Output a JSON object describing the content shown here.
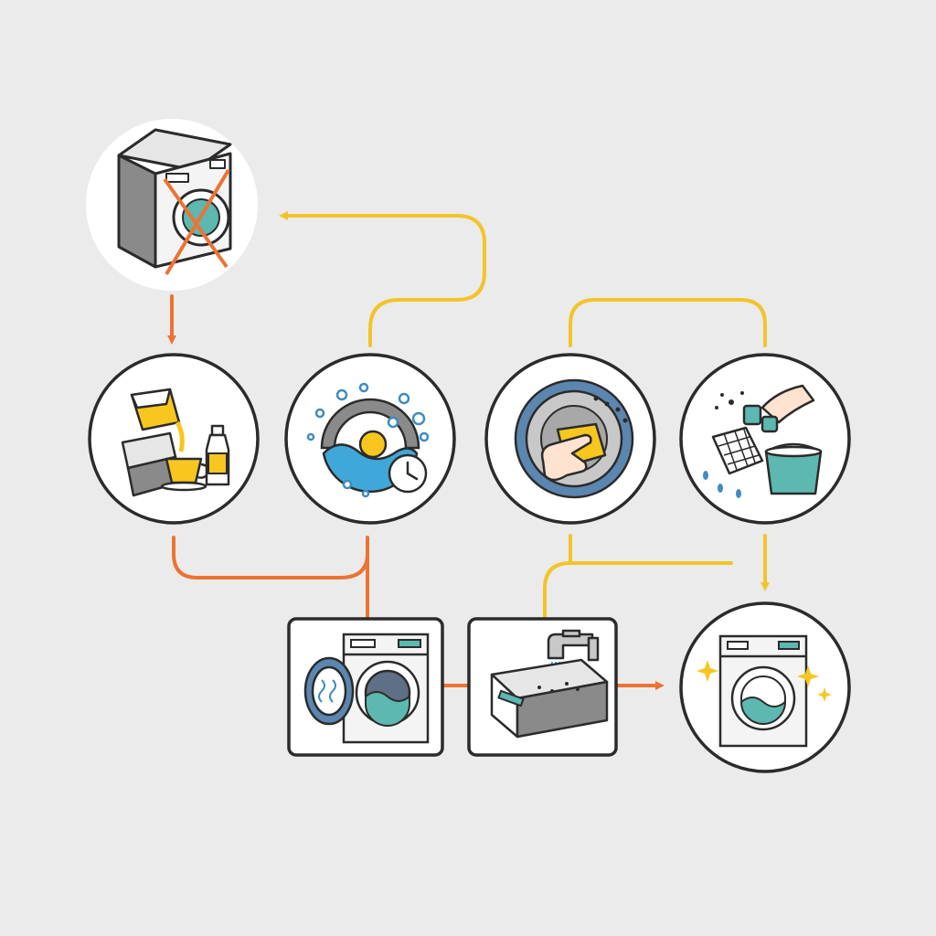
{
  "diagram": {
    "background": "#ebebeb",
    "colors": {
      "outline": "#2b2b2b",
      "yellow_flow": "#f2c42a",
      "orange_flow": "#ec7334",
      "accent_yellow": "#f7c61f",
      "accent_teal": "#5cb8b0",
      "accent_blue": "#5b86b0",
      "accent_gray": "#9a9a9a",
      "accent_red": "#ec7334"
    },
    "nodes": [
      {
        "id": "unplug-machine",
        "icon": "washing-machine-crossed-icon",
        "shape": "circle"
      },
      {
        "id": "add-vinegar",
        "icon": "pouring-vinegar-icon",
        "shape": "circle"
      },
      {
        "id": "hot-wash-cycle",
        "icon": "hot-wash-timer-icon",
        "shape": "circle"
      },
      {
        "id": "scrub-drum",
        "icon": "hand-sponge-drum-icon",
        "shape": "circle"
      },
      {
        "id": "clean-filter",
        "icon": "filter-bucket-icon",
        "shape": "circle"
      },
      {
        "id": "open-door-dry",
        "icon": "open-door-machine-icon",
        "shape": "rounded-square"
      },
      {
        "id": "rinse-drawer",
        "icon": "detergent-drawer-tap-icon",
        "shape": "rounded-square"
      },
      {
        "id": "clean-machine",
        "icon": "sparkling-machine-icon",
        "shape": "circle"
      }
    ],
    "connectors": [
      {
        "from": "hot-wash-cycle",
        "to": "unplug-machine",
        "color": "yellow",
        "arrow": true
      },
      {
        "from": "unplug-machine",
        "to": "add-vinegar",
        "color": "orange",
        "arrow": true
      },
      {
        "from": "add-vinegar",
        "to": "open-door-dry",
        "color": "orange",
        "arrow": false
      },
      {
        "from": "hot-wash-cycle",
        "to": "open-door-dry",
        "color": "orange",
        "arrow": false
      },
      {
        "from": "scrub-drum",
        "to": "clean-filter",
        "color": "yellow",
        "arrow": false
      },
      {
        "from": "clean-filter",
        "to": "clean-machine",
        "color": "yellow",
        "arrow": true
      },
      {
        "from": "scrub-drum",
        "to": "rinse-drawer",
        "color": "yellow",
        "arrow": false
      },
      {
        "from": "open-door-dry",
        "to": "rinse-drawer",
        "color": "orange",
        "arrow": false
      },
      {
        "from": "rinse-drawer",
        "to": "clean-machine",
        "color": "orange",
        "arrow": true
      }
    ]
  }
}
